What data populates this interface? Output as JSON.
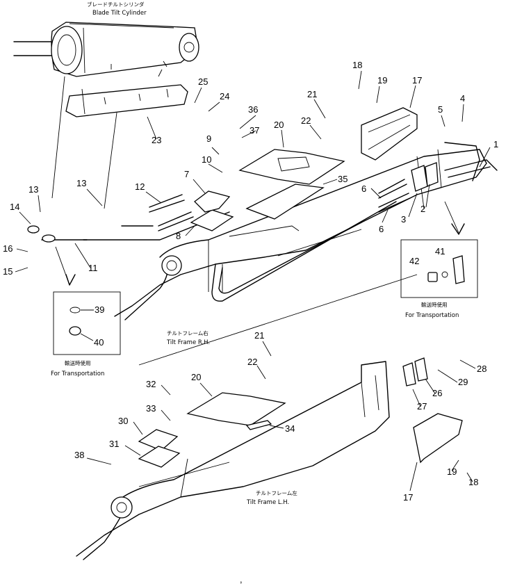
{
  "captions": {
    "blade_jp": "ブレードチルトシリンダ",
    "blade_en": "Blade Tilt Cylinder",
    "frame_rh_jp": "チルトフレーム右",
    "frame_rh_en": "Tilt Frame R.H.",
    "frame_lh_jp": "チルトフレーム左",
    "frame_lh_en": "Tilt Frame L.H.",
    "transport_left_jp": "輸送時使用",
    "transport_left_en": "For Transportation",
    "transport_right_jp": "輸送時使用",
    "transport_right_en": "For Transportation"
  },
  "callouts": [
    "1",
    "2",
    "3",
    "4",
    "5",
    "6",
    "6",
    "7",
    "8",
    "9",
    "10",
    "11",
    "12",
    "13",
    "13",
    "14",
    "15",
    "16",
    "17",
    "18",
    "19",
    "20",
    "21",
    "22",
    "23",
    "24",
    "25",
    "35",
    "36",
    "37",
    "39",
    "40",
    "41",
    "42",
    "21",
    "22",
    "20",
    "32",
    "33",
    "30",
    "31",
    "34",
    "38",
    "17",
    "18",
    "19",
    "26",
    "27",
    "28",
    "29"
  ]
}
